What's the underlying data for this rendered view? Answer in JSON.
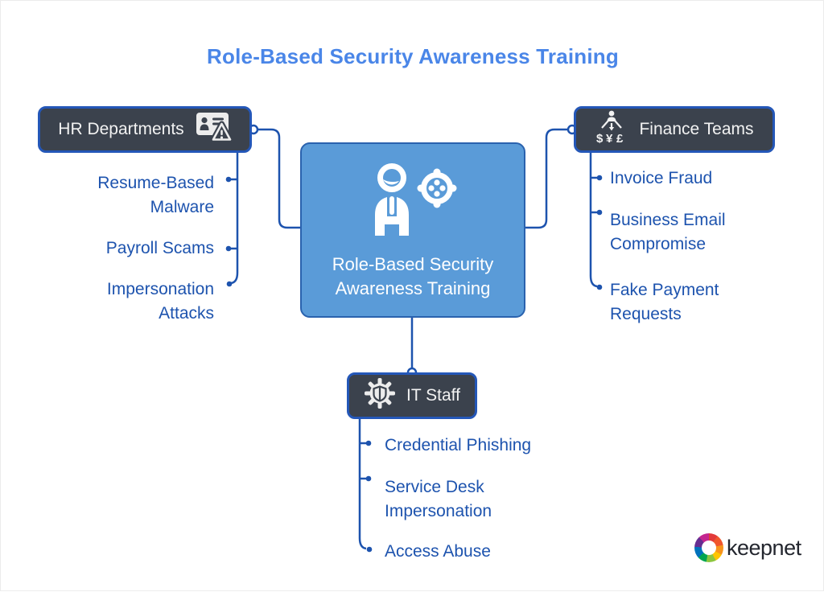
{
  "title": "Role-Based Security Awareness Training",
  "center": {
    "label": "Role-Based Security Awareness Training",
    "icon": "person-target-icon"
  },
  "branches": [
    {
      "label": "HR Departments",
      "icon": "id-card-warning-icon",
      "items": [
        "Resume-Based Malware",
        "Payroll Scams",
        "Impersonation Attacks"
      ]
    },
    {
      "label": "Finance Teams",
      "icon": "org-currency-icon",
      "items": [
        "Invoice Fraud",
        "Business Email Compromise",
        "Fake Payment Requests"
      ]
    },
    {
      "label": "IT Staff",
      "icon": "gear-shield-icon",
      "items": [
        "Credential Phishing",
        "Service Desk Impersonation",
        "Access Abuse"
      ]
    }
  ],
  "logo": {
    "text": "keepnet",
    "icon": "keepnet-pinwheel-icon"
  },
  "colors": {
    "title": "#4a86e8",
    "node_background": "#3b424d",
    "node_border": "#2457b8",
    "center_background": "#5a9bd8",
    "center_border": "#2a62ae",
    "connector_line": "#1d53ae",
    "item_text": "#1d53ae",
    "node_text": "#f2f2f2"
  }
}
